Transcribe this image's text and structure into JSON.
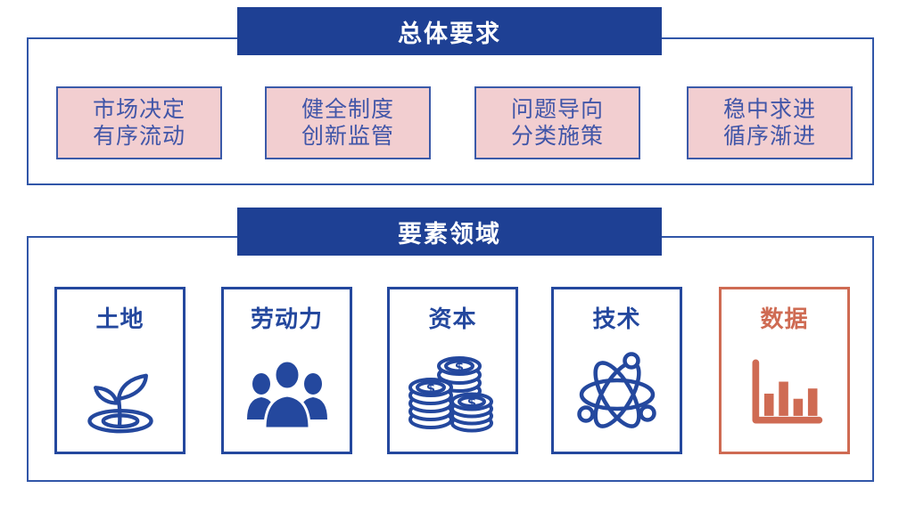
{
  "colors": {
    "header_bar_blue": "#1e4094",
    "panel_border_blue": "#3156a8",
    "pink_box_fill": "#f2ced0",
    "pink_box_border": "#3b5aa9",
    "pink_box_text_blue": "#4156a8",
    "factor_box_blue": "#24489e",
    "accent_orange": "#cf6b53",
    "header_text_white": "#ffffff"
  },
  "sections": [
    {
      "title": "总体要求",
      "items": [
        {
          "line1": "市场决定",
          "line2": "有序流动"
        },
        {
          "line1": "健全制度",
          "line2": "创新监管"
        },
        {
          "line1": "问题导向",
          "line2": "分类施策"
        },
        {
          "line1": "稳中求进",
          "line2": "循序渐进"
        }
      ]
    },
    {
      "title": "要素领域",
      "items": [
        {
          "label": "土地",
          "icon": "sprout-icon",
          "highlighted": false
        },
        {
          "label": "劳动力",
          "icon": "people-icon",
          "highlighted": false
        },
        {
          "label": "资本",
          "icon": "coins-icon",
          "highlighted": false
        },
        {
          "label": "技术",
          "icon": "atom-icon",
          "highlighted": false
        },
        {
          "label": "数据",
          "icon": "bar-chart-icon",
          "highlighted": true
        }
      ]
    }
  ],
  "icons": {
    "dollar_sign": "$"
  }
}
